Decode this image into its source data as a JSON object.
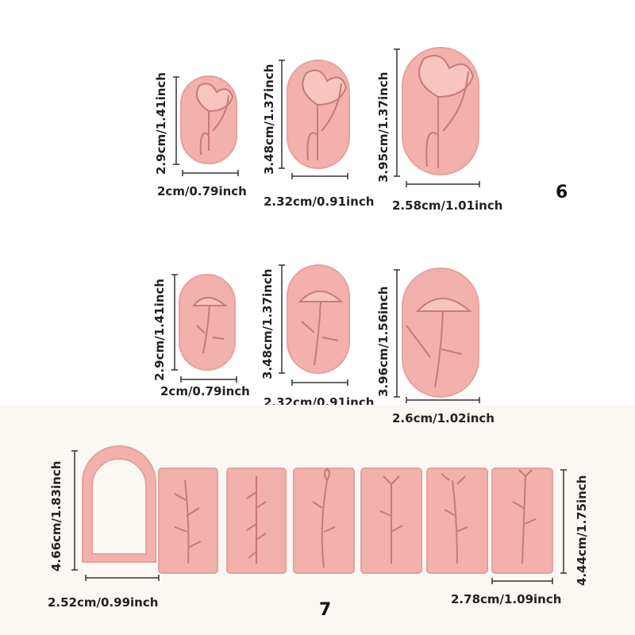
{
  "set6": {
    "number": "6",
    "row1": [
      {
        "height": "2.9cm/1.41inch",
        "width": "2cm/0.79inch"
      },
      {
        "height": "3.48cm/1.37inch",
        "width": "2.32cm/0.91inch"
      },
      {
        "height": "3.95cm/1.37inch",
        "width": "2.58cm/1.01inch"
      }
    ],
    "row2": [
      {
        "height": "2.9cm/1.41inch",
        "width": "2cm/0.79inch"
      },
      {
        "height": "3.48cm/1.37inch",
        "width": "2.32cm/0.91inch"
      },
      {
        "height": "3.96cm/1.56inch",
        "width": "2.6cm/1.02inch"
      }
    ]
  },
  "set7": {
    "number": "7",
    "cutter": {
      "height": "4.66cm/1.83inch",
      "width": "2.52cm/0.99inch"
    },
    "stamps": {
      "height": "4.44cm/1.75inch",
      "width": "2.78cm/1.09inch"
    }
  },
  "colors": {
    "pink": "#f2b1ad",
    "pink_dark": "#d98a87",
    "background_bottom": "#fbf7f2"
  }
}
